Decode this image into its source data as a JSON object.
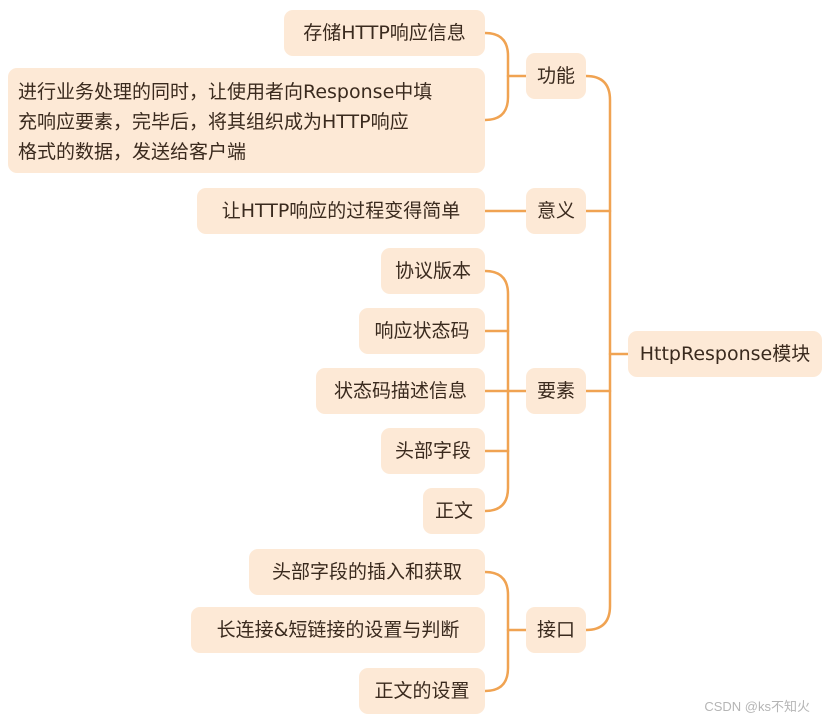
{
  "mindmap": {
    "root": {
      "label": "HttpResponse模块"
    },
    "branches": [
      {
        "label": "功能",
        "children": [
          "存储HTTP响应信息",
          "进行业务处理的同时，让使用者向Response中填\n充响应要素，完毕后，将其组织成为HTTP响应\n格式的数据，发送给客户端"
        ]
      },
      {
        "label": "意义",
        "children": [
          "让HTTP响应的过程变得简单"
        ]
      },
      {
        "label": "要素",
        "children": [
          "协议版本",
          "响应状态码",
          "状态码描述信息",
          "头部字段",
          "正文"
        ]
      },
      {
        "label": "接口",
        "children": [
          "头部字段的插入和获取",
          "长连接&短链接的设置与判断",
          "正文的设置"
        ]
      }
    ]
  },
  "colors": {
    "connector": "#f0a352",
    "node_fill": "#fde9d6",
    "text": "#3a2a1e"
  },
  "watermark": "CSDN @ks不知火"
}
